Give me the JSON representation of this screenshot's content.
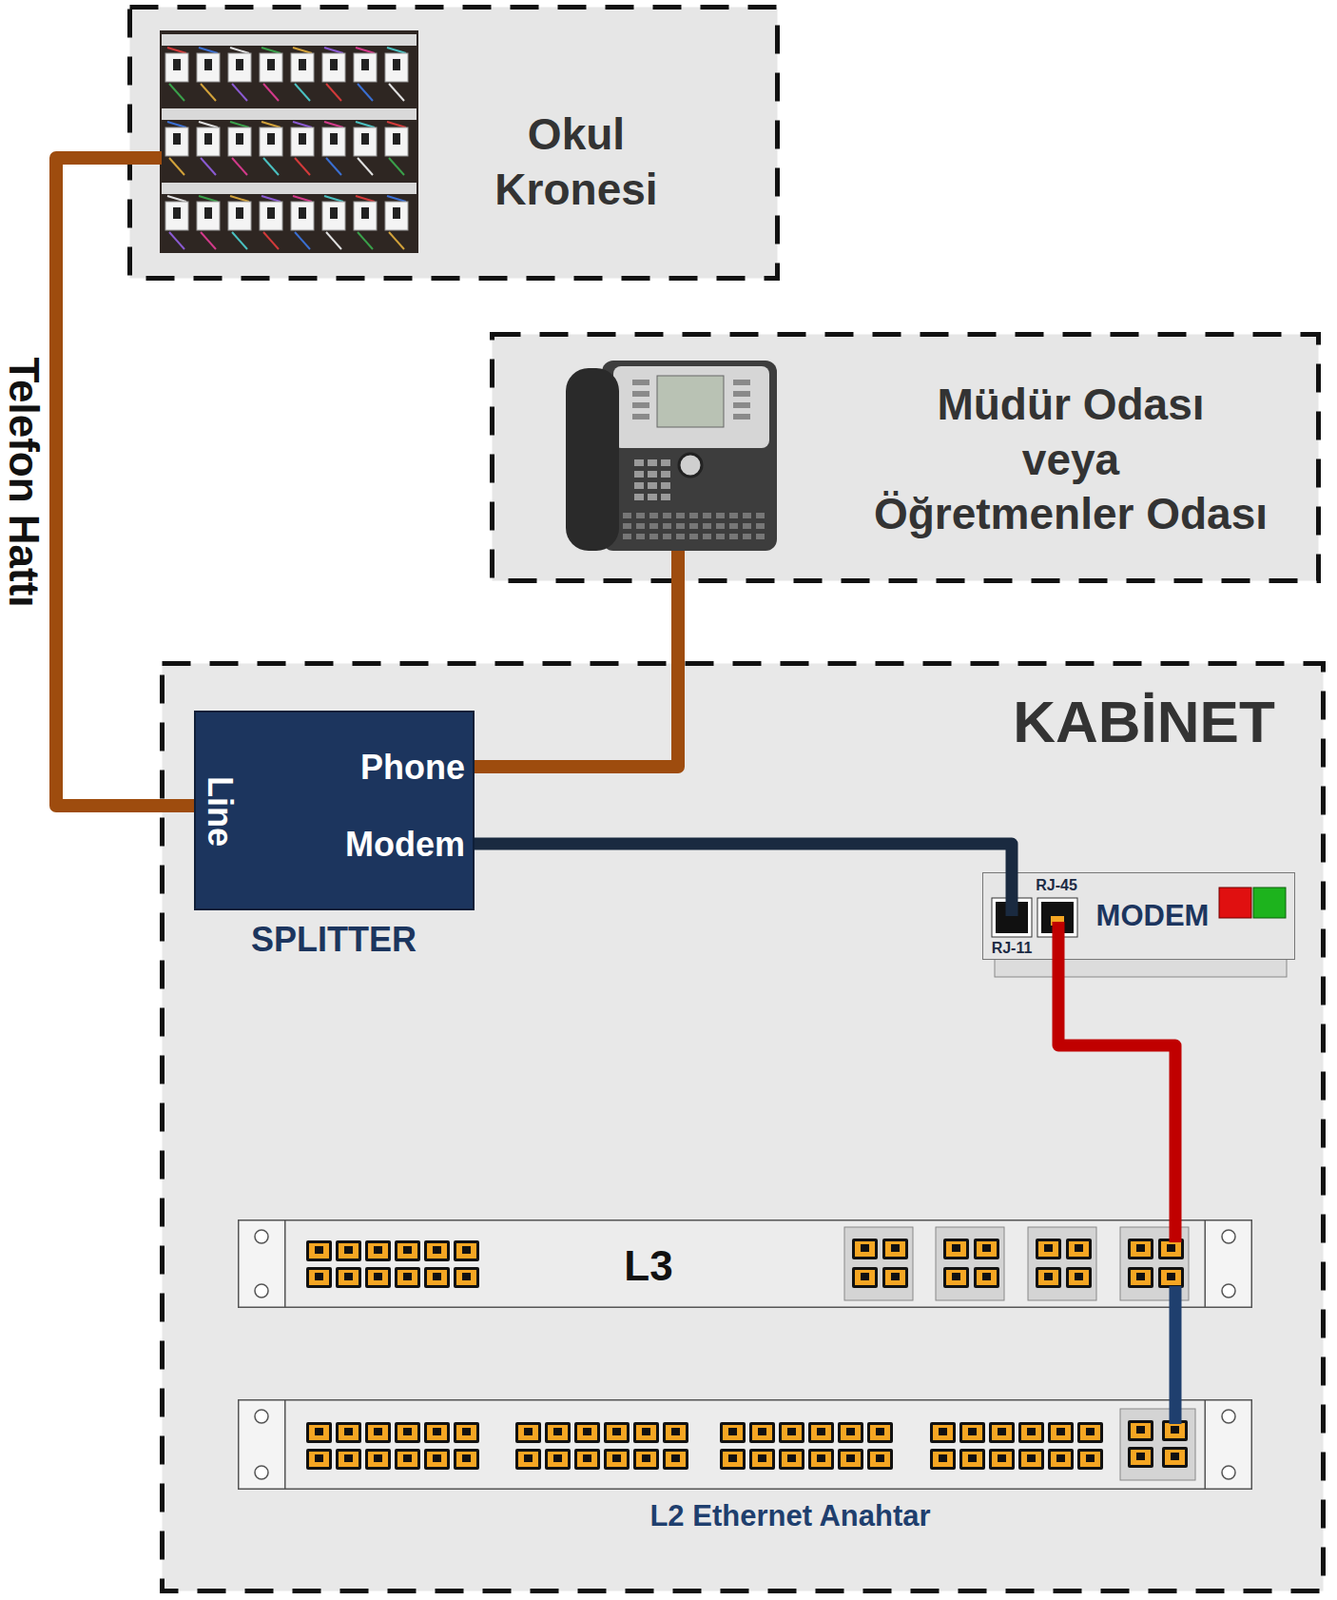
{
  "diagram": {
    "nodes": [
      {
        "text": [
          "Okul Kronesi"
        ]
      },
      {
        "text": [
          "Müdür Odası veya Öğretmenler Odası"
        ]
      },
      {
        "text": [
          "KABİNET"
        ]
      },
      {
        "text": [
          "Line",
          "Phone",
          "Modem",
          "SPLITTER"
        ],
        "in": 2
      },
      {
        "text": [
          "RJ-45",
          "RJ-11",
          "MODEM"
        ],
        "in": 2
      },
      {
        "text": [
          "L3"
        ],
        "in": 2
      },
      {
        "text": [
          "L2 Ethernet Anahtar"
        ],
        "in": 2
      }
    ],
    "edges": [
      {
        "from": 0,
        "to": 3,
        "label": "Telefon Hattı",
        "arrow": "none"
      },
      {
        "from": 3,
        "to": 1,
        "arrow": "none"
      },
      {
        "from": 3,
        "to": 4,
        "arrow": "none"
      },
      {
        "from": 4,
        "to": 5,
        "arrow": "none"
      },
      {
        "from": 5,
        "to": 6,
        "arrow": "none"
      }
    ]
  }
}
